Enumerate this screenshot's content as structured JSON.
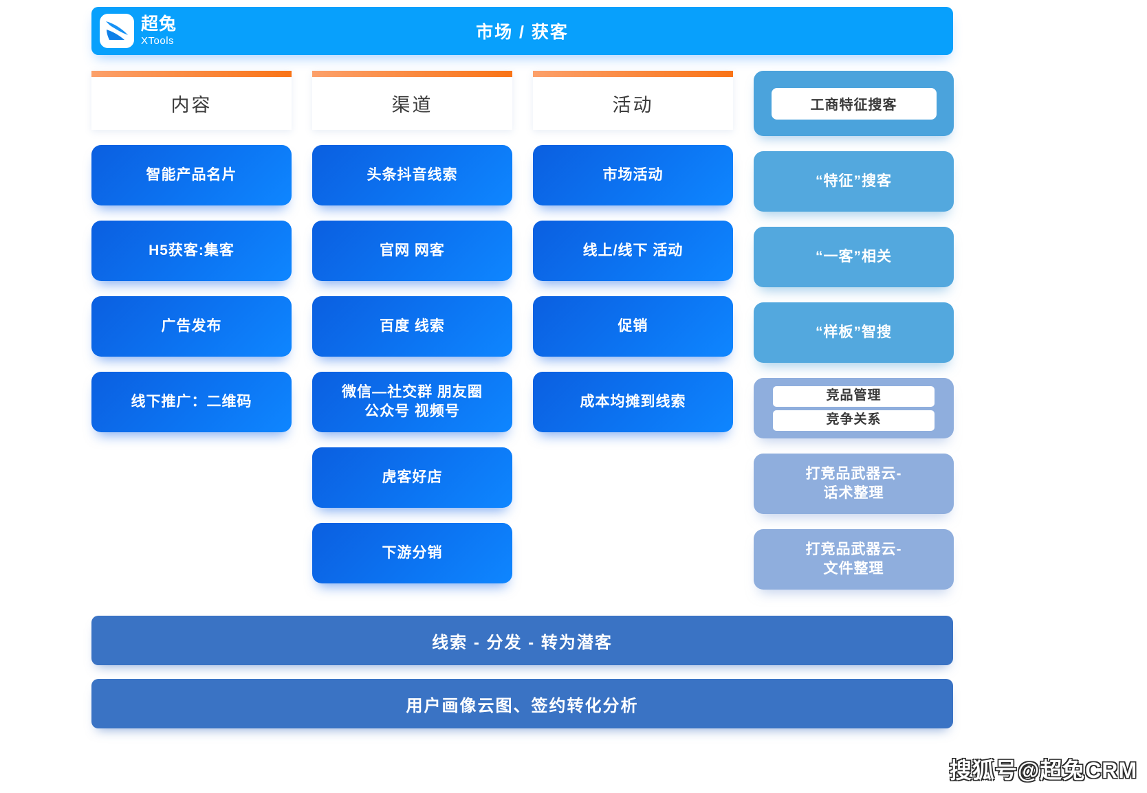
{
  "header": {
    "brand_cn": "超兔",
    "brand_en": "XTools",
    "logo_icon": "xtools-swoosh-logo",
    "title": "市场 / 获客"
  },
  "columns": [
    {
      "head_label": "内容",
      "head_style": "orange-top-card",
      "items": [
        {
          "label": "智能产品名片",
          "style": "blue"
        },
        {
          "label": "H5获客:集客",
          "style": "blue"
        },
        {
          "label": "广告发布",
          "style": "blue"
        },
        {
          "label": "线下推广：二维码",
          "style": "blue"
        }
      ]
    },
    {
      "head_label": "渠道",
      "head_style": "orange-top-card",
      "items": [
        {
          "label": "头条抖音线索",
          "style": "blue"
        },
        {
          "label": "官网 网客",
          "style": "blue"
        },
        {
          "label": "百度 线索",
          "style": "blue"
        },
        {
          "label": "微信—社交群 朋友圈\n公众号 视频号",
          "style": "blue"
        },
        {
          "label": "虎客好店",
          "style": "blue"
        },
        {
          "label": "下游分销",
          "style": "blue"
        }
      ]
    },
    {
      "head_label": "活动",
      "head_style": "orange-top-card",
      "items": [
        {
          "label": "市场活动",
          "style": "blue"
        },
        {
          "label": "线上/线下 活动",
          "style": "blue"
        },
        {
          "label": "促销",
          "style": "blue"
        },
        {
          "label": "成本均摊到线索",
          "style": "blue"
        }
      ]
    },
    {
      "head_label": "工商特征搜客",
      "head_style": "blue-pill-card",
      "items": [
        {
          "label": "“特征”搜客",
          "style": "lightblue"
        },
        {
          "label": "“一客”相关",
          "style": "lightblue"
        },
        {
          "label": "“样板”智搜",
          "style": "lightblue"
        },
        {
          "label": "",
          "style": "stack",
          "sub_items": [
            "竞品管理",
            "竞争关系"
          ]
        },
        {
          "label": "打竞品武器云-\n话术整理",
          "style": "periwinkle"
        },
        {
          "label": "打竞品武器云-\n文件整理",
          "style": "periwinkle"
        }
      ]
    }
  ],
  "bottom_bars": [
    {
      "label": "线索 - 分发 - 转为潜客"
    },
    {
      "label": "用户画像云图、签约转化分析"
    }
  ],
  "watermark": "搜狐号@超兔CRM",
  "colors": {
    "header_blue": "#08A0FC",
    "tile_blue": "#0C74F2",
    "tile_lightblue": "#53A8DE",
    "tile_periwinkle": "#8FAEDD",
    "accent_orange": "#F97316",
    "bottom_bar_blue": "#3A73C4"
  }
}
